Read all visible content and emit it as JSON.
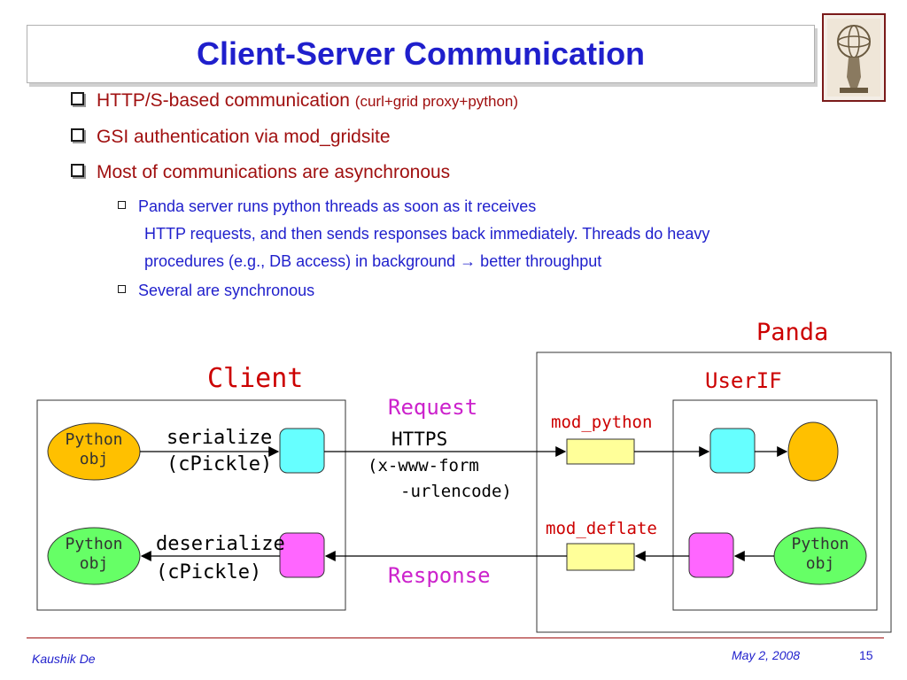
{
  "title": "Client-Server Communication",
  "bullets": {
    "b1_main": "HTTP/S-based communication",
    "b1_sub": "(curl+grid proxy+python)",
    "b2": "GSI authentication via mod_gridsite",
    "b3": "Most of communications are asynchronous",
    "s1_line1": "Panda server runs python threads as soon as it receives",
    "s1_line2": "HTTP requests, and then sends responses back immediately. Threads do heavy",
    "s1_line3": "procedures (e.g., DB access) in background → better throughput",
    "s2": "Several are synchronous"
  },
  "diagram": {
    "panda": "Panda",
    "client": "Client",
    "userif": "UserIF",
    "request": "Request",
    "https": "HTTPS",
    "xwww": "(x-www-form",
    "urlencode": "-urlencode)",
    "mod_python": "mod_python",
    "mod_deflate": "mod_deflate",
    "response": "Response",
    "serialize": "serialize",
    "cpickle1": "(cPickle)",
    "deserialize": "deserialize",
    "cpickle2": "(cPickle)",
    "python_obj_1": [
      "Python",
      "obj"
    ],
    "python_obj_2": [
      "Python",
      "obj"
    ],
    "python_obj_3": [
      "Python",
      "obj"
    ]
  },
  "footer": {
    "author": "Kaushik De",
    "date": "May 2, 2008",
    "page": "15"
  },
  "colors": {
    "title": "#1f1fcc",
    "bullet_red": "#a01010",
    "magenta_text": "#cc22cc",
    "orange": "#ffc000",
    "cyan": "#66ffff",
    "magenta": "#ff66ff",
    "green": "#66ff66",
    "light_yellow": "#ffff99"
  }
}
